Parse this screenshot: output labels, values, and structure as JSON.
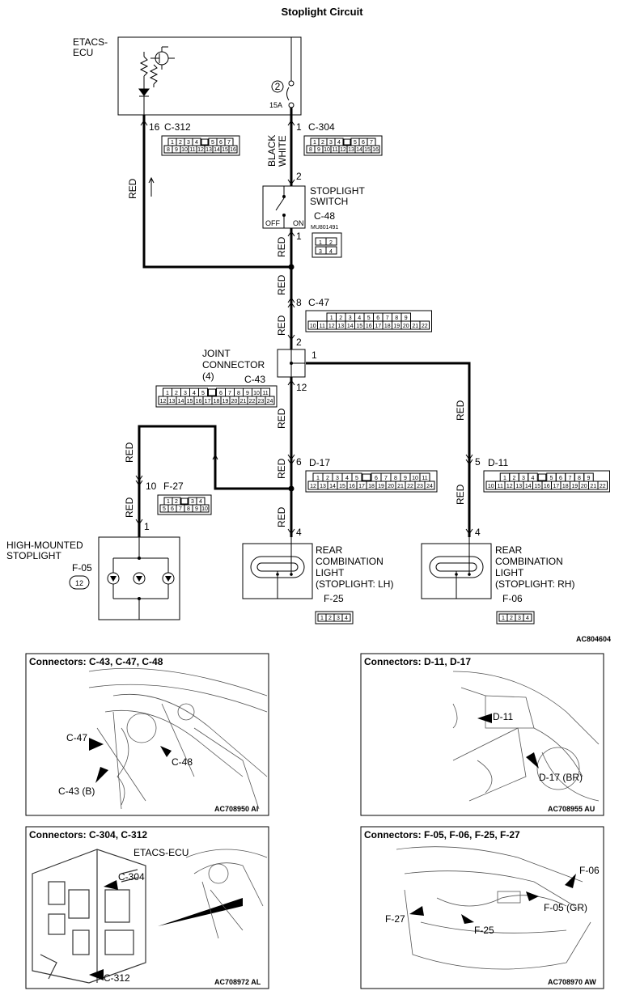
{
  "title": "Stoplight Circuit",
  "figure_code": "AC804604",
  "ecu": {
    "label_line1": "ETACS-",
    "label_line2": "ECU",
    "fuse_number": "2",
    "fuse_rating": "15A"
  },
  "wires": {
    "red": "RED",
    "black_white_1": "BLACK",
    "black_white_2": "WHITE"
  },
  "connectors": {
    "c312": {
      "name": "C-312",
      "pin": "16",
      "row1": [
        "1",
        "2",
        "3",
        "4",
        "",
        "5",
        "6",
        "7"
      ],
      "row2": [
        "8",
        "9",
        "10",
        "11",
        "12",
        "13",
        "14",
        "15",
        "16"
      ]
    },
    "c304": {
      "name": "C-304",
      "pin": "1",
      "row1": [
        "1",
        "2",
        "3",
        "4",
        "",
        "5",
        "6",
        "7"
      ],
      "row2": [
        "8",
        "9",
        "10",
        "11",
        "12",
        "13",
        "14",
        "15",
        "16"
      ]
    },
    "c48": {
      "name": "C-48",
      "part": "MU801491",
      "pin_in": "2",
      "pin_out": "1",
      "pins": [
        "1",
        "2",
        "3",
        "4"
      ]
    },
    "c47": {
      "name": "C-47",
      "pin": "8",
      "row1": [
        "1",
        "2",
        "3",
        "4",
        "5",
        "6",
        "7",
        "8",
        "9"
      ],
      "row2": [
        "10",
        "11",
        "12",
        "13",
        "14",
        "15",
        "16",
        "17",
        "18",
        "19",
        "20",
        "21",
        "22"
      ]
    },
    "c43": {
      "name": "C-43",
      "pin_top": "2",
      "pin_right": "1",
      "pin_bottom": "12",
      "row1": [
        "1",
        "2",
        "3",
        "4",
        "5",
        "",
        "6",
        "7",
        "8",
        "9",
        "10",
        "11"
      ],
      "row2": [
        "12",
        "13",
        "14",
        "15",
        "16",
        "17",
        "18",
        "19",
        "20",
        "21",
        "22",
        "23",
        "24"
      ]
    },
    "d17": {
      "name": "D-17",
      "pin": "6",
      "row1": [
        "1",
        "2",
        "3",
        "4",
        "5",
        "",
        "6",
        "7",
        "8",
        "9",
        "10",
        "11"
      ],
      "row2": [
        "12",
        "13",
        "14",
        "15",
        "16",
        "17",
        "18",
        "19",
        "20",
        "21",
        "22",
        "23",
        "24"
      ]
    },
    "d11": {
      "name": "D-11",
      "pin": "5",
      "row1": [
        "1",
        "2",
        "3",
        "4",
        "",
        "5",
        "6",
        "7",
        "8",
        "9"
      ],
      "row2": [
        "10",
        "11",
        "12",
        "13",
        "14",
        "15",
        "16",
        "17",
        "18",
        "19",
        "20",
        "21",
        "22"
      ]
    },
    "f27": {
      "name": "F-27",
      "pin": "10",
      "row1": [
        "1",
        "2",
        "",
        "3",
        "4"
      ],
      "row2": [
        "5",
        "6",
        "7",
        "8",
        "9",
        "10"
      ]
    },
    "f05": {
      "name": "F-05",
      "pin": "1",
      "pins": [
        "1",
        "2"
      ]
    },
    "f25": {
      "name": "F-25",
      "pins": [
        "1",
        "2",
        "3",
        "4"
      ]
    },
    "f06": {
      "name": "F-06",
      "pins": [
        "1",
        "2",
        "3",
        "4"
      ]
    },
    "rear_lh_pin": "4",
    "rear_rh_pin": "4"
  },
  "switch": {
    "line1": "STOPLIGHT",
    "line2": "SWITCH",
    "off": "OFF",
    "on": "ON"
  },
  "joint": {
    "line1": "JOINT",
    "line2": "CONNECTOR",
    "line3": "(4)"
  },
  "rear_lh": {
    "line1": "REAR",
    "line2": "COMBINATION",
    "line3": "LIGHT",
    "line4": "(STOPLIGHT: LH)"
  },
  "rear_rh": {
    "line1": "REAR",
    "line2": "COMBINATION",
    "line3": "LIGHT",
    "line4": "(STOPLIGHT: RH)"
  },
  "high_mount": {
    "line1": "HIGH-MOUNTED",
    "line2": "STOPLIGHT"
  },
  "panels": {
    "p1": {
      "title": "Connectors: C-43, C-47, C-48",
      "code": "AC708950 AI",
      "callouts": [
        "C-47",
        "C-48",
        "C-43 (B)"
      ]
    },
    "p2": {
      "title": "Connectors: D-11, D-17",
      "code": "AC708955 AU",
      "callouts": [
        "D-11",
        "D-17 (BR)"
      ]
    },
    "p3": {
      "title": "Connectors: C-304, C-312",
      "code": "AC708972 AL",
      "callouts": [
        "ETACS-ECU",
        "C-304",
        "C-312"
      ]
    },
    "p4": {
      "title": "Connectors: F-05, F-06, F-25, F-27",
      "code": "AC708970 AW",
      "callouts": [
        "F-06",
        "F-27",
        "F-05 (GR)",
        "F-25"
      ]
    }
  }
}
